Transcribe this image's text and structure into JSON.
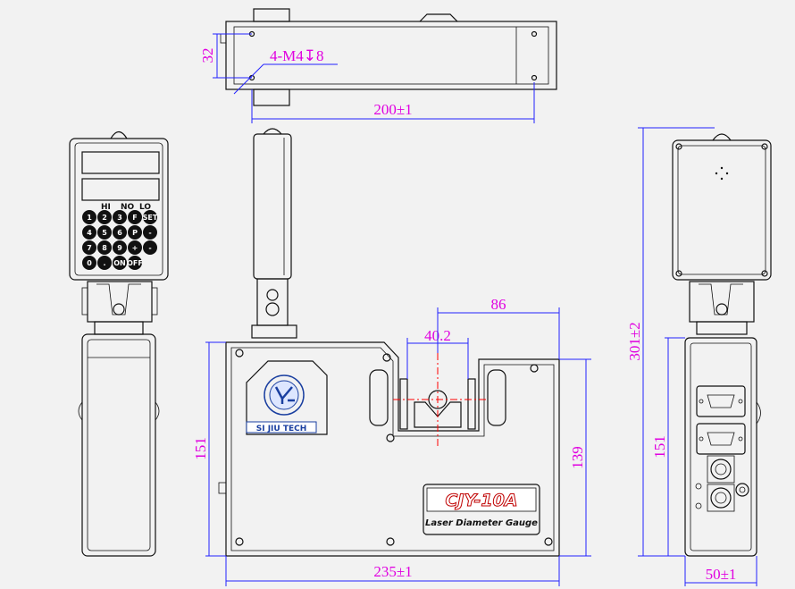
{
  "dimensions": {
    "top_width": "200±1",
    "top_offset": "32",
    "hole_note": "4-M4↧8",
    "body_width": "235±1",
    "body_height_left": "151",
    "body_height_right": "139",
    "slot_width": "40.2",
    "slot_offset": "86",
    "total_height": "301±2",
    "side_height": "151",
    "side_width": "50±1"
  },
  "logo": {
    "text": "SI JIU TECH"
  },
  "nameplate": {
    "model": "CJY-10A",
    "subtitle": "Laser Diameter Gauge"
  },
  "keypad": {
    "indicators": [
      "HI",
      "NO",
      "LO"
    ],
    "keys": [
      "1",
      "2",
      "3",
      "F",
      "SET",
      "4",
      "5",
      "6",
      "P",
      "-",
      "7",
      "8",
      "9",
      "+",
      "-",
      "0",
      ".",
      "ON",
      "OFF"
    ]
  },
  "colors": {
    "dimension": "#e000e0",
    "dimline": "#2222ff",
    "laser": "#ff0000",
    "logo": "#1a3fa0"
  }
}
